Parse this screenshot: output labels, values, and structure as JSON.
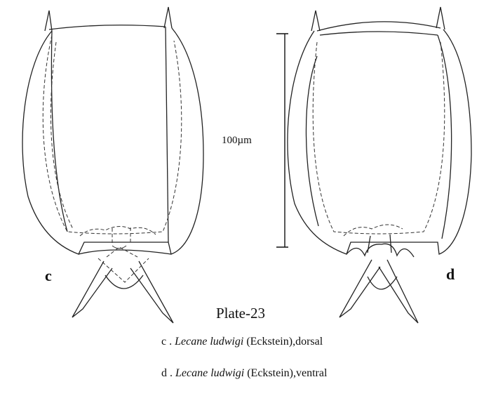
{
  "figure": {
    "label_c": "c",
    "label_d": "d",
    "scale_bar_label": "100µm",
    "plate_title": "Plate-23"
  },
  "captions": [
    {
      "prefix": "c . ",
      "genus_species": "Lecane  ludwigi",
      "suffix": " (Eckstein),dorsal"
    },
    {
      "prefix": "d . ",
      "genus_species": "Lecane  ludwigi",
      "suffix": " (Eckstein),ventral"
    }
  ]
}
